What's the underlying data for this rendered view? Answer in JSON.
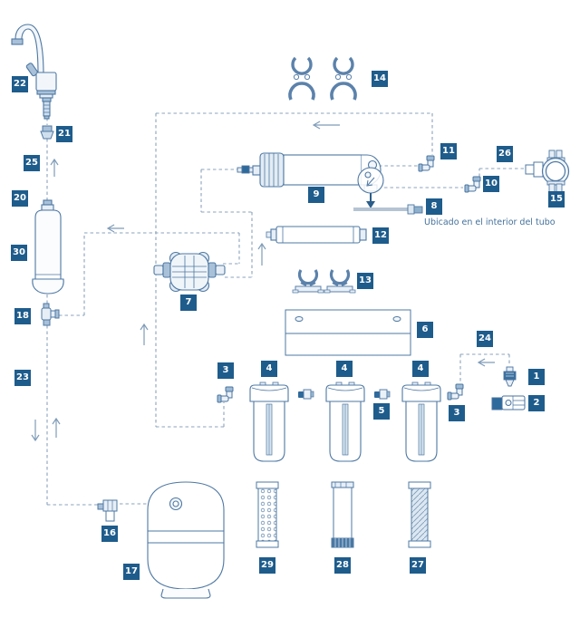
{
  "caption": "Ubicado en el interior del tubo",
  "labels": [
    {
      "text": "22"
    },
    {
      "text": "21"
    },
    {
      "text": "25"
    },
    {
      "text": "20"
    },
    {
      "text": "30"
    },
    {
      "text": "18"
    },
    {
      "text": "23"
    },
    {
      "text": "16"
    },
    {
      "text": "17"
    },
    {
      "text": "14"
    },
    {
      "text": "11"
    },
    {
      "text": "26"
    },
    {
      "text": "10"
    },
    {
      "text": "15"
    },
    {
      "text": "8"
    },
    {
      "text": "9"
    },
    {
      "text": "12"
    },
    {
      "text": "13"
    },
    {
      "text": "6"
    },
    {
      "text": "7"
    },
    {
      "text": "3"
    },
    {
      "text": "4"
    },
    {
      "text": "4"
    },
    {
      "text": "4"
    },
    {
      "text": "5"
    },
    {
      "text": "24"
    },
    {
      "text": "1"
    },
    {
      "text": "2"
    },
    {
      "text": "3"
    },
    {
      "text": "29"
    },
    {
      "text": "28"
    },
    {
      "text": "27"
    }
  ],
  "colors": {
    "label_bg": "#1e5c8c",
    "label_text": "#ffffff",
    "line": "#4e78a3",
    "dashed_line": "#8ba3bc",
    "fill_light": "#e7eef6",
    "fill_mid": "#a9c1d8",
    "accent_dark": "#2e6a9c",
    "caption_text": "#44719c"
  }
}
